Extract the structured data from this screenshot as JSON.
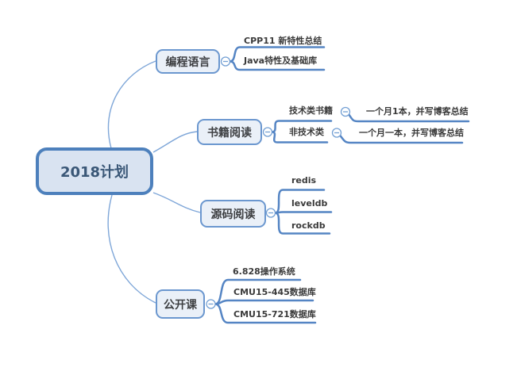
{
  "app": {
    "type": "mindmap"
  },
  "colors": {
    "background": "#ffffff",
    "root_fill": "#d9e3f1",
    "root_border": "#4d80bc",
    "root_text": "#3a5777",
    "branch_fill": "#eaf0f8",
    "branch_border": "#6b97cf",
    "branch_text": "#3d3f42",
    "leaf_text": "#3a3a3a",
    "thin_connector": "#7ea6d8",
    "thick_line": "#5585c4",
    "collapse_icon": "#74a0d4"
  },
  "icons": {
    "collapse": "minus-circle-icon"
  },
  "root": {
    "label": "2018计划"
  },
  "branches": [
    {
      "label": "编程语言",
      "children": [
        {
          "label": "CPP11 新特性总结"
        },
        {
          "label": "Java特性及基础库"
        }
      ]
    },
    {
      "label": "书籍阅读",
      "children": [
        {
          "label": "技术类书籍",
          "children": [
            {
              "label": "一个月1本，并写博客总结"
            }
          ]
        },
        {
          "label": "非技术类",
          "children": [
            {
              "label": "一个月一本，并写博客总结"
            }
          ]
        }
      ]
    },
    {
      "label": "源码阅读",
      "children": [
        {
          "label": "redis"
        },
        {
          "label": "leveldb"
        },
        {
          "label": "rockdb"
        }
      ]
    },
    {
      "label": "公开课",
      "children": [
        {
          "label": "6.828操作系统"
        },
        {
          "label": "CMU15-445数据库"
        },
        {
          "label": "CMU15-721数据库"
        }
      ]
    }
  ]
}
